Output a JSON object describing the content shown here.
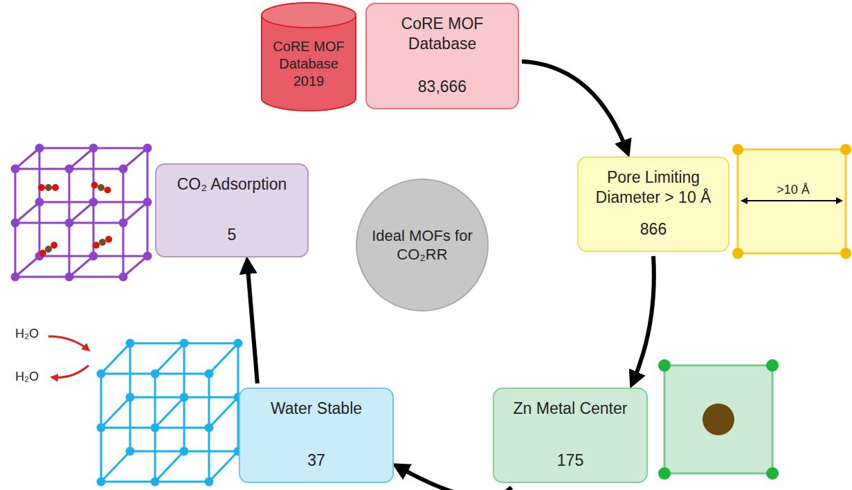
{
  "diagram": {
    "nodes": [
      {
        "text": [
          "CoRE MOF Database 2019"
        ]
      },
      {
        "text": [
          "CoRE MOF Database",
          "83,666"
        ]
      },
      {
        "text": [
          "Pore Limiting Diameter > 10 Å",
          "866"
        ]
      },
      {
        "text": [
          "Zn Metal Center",
          "175"
        ]
      },
      {
        "text": [
          "Water Stable",
          "37"
        ]
      },
      {
        "text": [
          "CO₂ Adsorption",
          "5"
        ]
      },
      {
        "text": [
          "Ideal MOFs for CO₂RR"
        ]
      }
    ],
    "edges": [
      {
        "from": 1,
        "to": 2,
        "arrow": "to"
      },
      {
        "from": 2,
        "to": 3,
        "arrow": "to"
      },
      {
        "from": 3,
        "to": 4,
        "arrow": "to"
      },
      {
        "from": 4,
        "to": 5,
        "arrow": "to"
      }
    ],
    "labels": [
      ">10 Å",
      "H₂O",
      "H₂O"
    ]
  }
}
